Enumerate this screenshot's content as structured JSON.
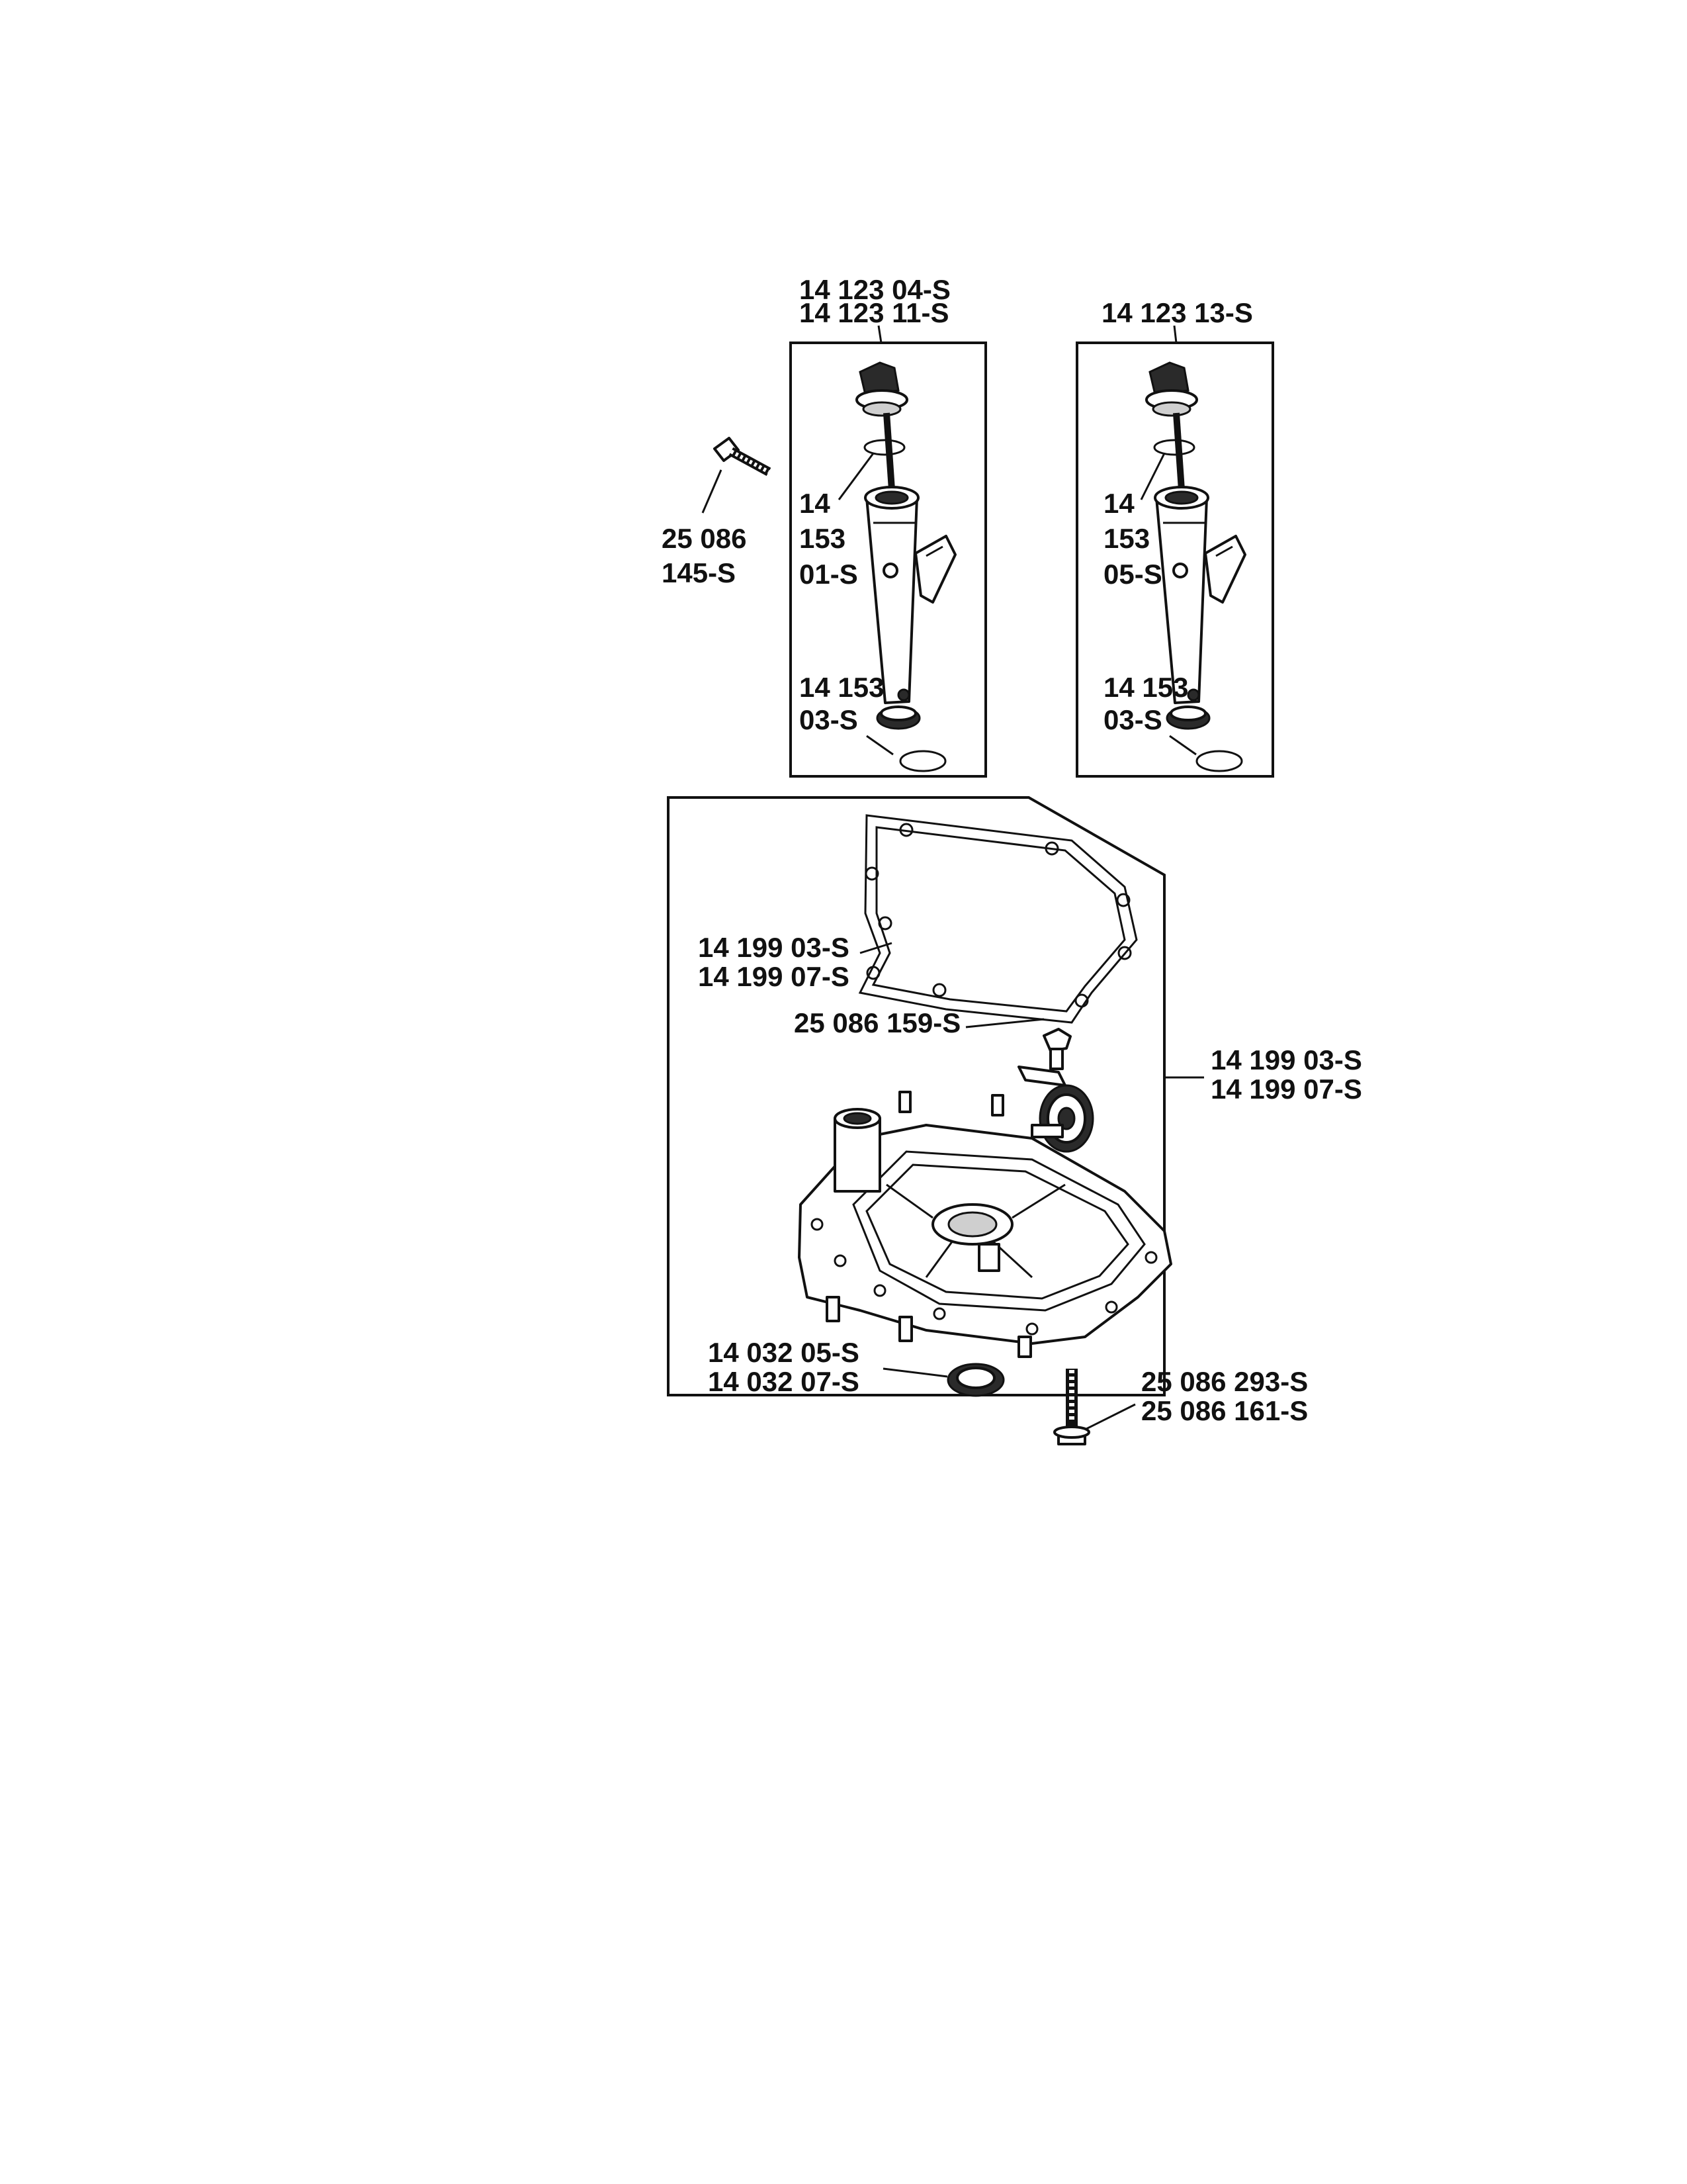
{
  "diagram": {
    "dipstick_left": {
      "top_labels": [
        "14 123 04-S",
        "14 123 11-S"
      ],
      "oring_label": [
        "14",
        "153",
        "01-S"
      ],
      "seal_label": [
        "14 153",
        "03-S"
      ]
    },
    "dipstick_right": {
      "top_labels": [
        "14 123 13-S"
      ],
      "oring_label": [
        "14",
        "153",
        "05-S"
      ],
      "seal_label": [
        "14 153",
        "03-S"
      ]
    },
    "bolt_left_label": [
      "25 086",
      "145-S"
    ],
    "crankcase": {
      "gasket_label": [
        "14 199 03-S",
        "14 199 07-S"
      ],
      "governor_bolt_label": "25 086 159-S",
      "assembly_label": [
        "14 199 03-S",
        "14 199 07-S"
      ],
      "oil_seal_label": [
        "14 032 05-S",
        "14 032 07-S"
      ],
      "bolt_label": [
        "25 086 293-S",
        "25 086 161-S"
      ]
    }
  }
}
